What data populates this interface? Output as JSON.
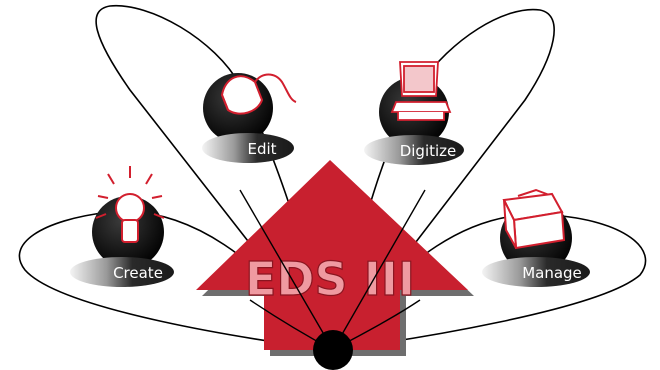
{
  "diagram": {
    "center_title": "EDS III",
    "nodes": [
      {
        "id": "edit",
        "label": "Edit",
        "icon": "mouse-icon"
      },
      {
        "id": "digitize",
        "label": "Digitize",
        "icon": "computer-icon"
      },
      {
        "id": "create",
        "label": "Create",
        "icon": "lightbulb-icon"
      },
      {
        "id": "manage",
        "label": "Manage",
        "icon": "briefcase-icon"
      }
    ],
    "colors": {
      "arrow_red": "#c8202f",
      "arrow_shadow": "#6e6e6e",
      "icon_red": "#d21f2e",
      "disc_black": "#000000",
      "pill_dark": "#2b2b2b",
      "pill_light": "#d8d8d8",
      "title_fill": "#ef9aa1"
    }
  }
}
